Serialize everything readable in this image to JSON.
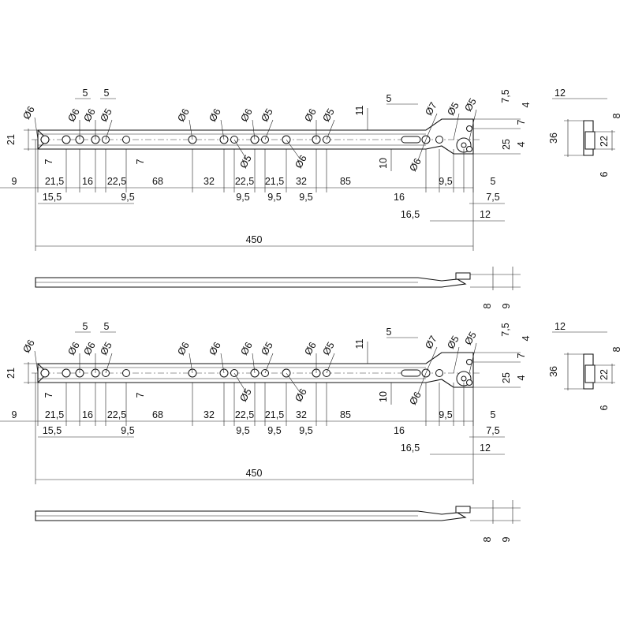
{
  "colors": {
    "background": "#ffffff",
    "line": "#111111"
  },
  "views": [
    {
      "top": {
        "d6_1": "Ø6",
        "d6_2": "Ø6",
        "d6_3": "Ø6",
        "d5_1": "Ø5",
        "d6_4": "Ø6",
        "d6_5": "Ø6",
        "d6_6": "Ø6",
        "d5_2": "Ø5",
        "d6_7": "Ø6",
        "d5_3": "Ø5",
        "d7": "Ø7",
        "d5_4": "Ø5",
        "d5_5": "Ø5",
        "d5_below": "Ø5",
        "d6_below_1": "Ø6",
        "d6_below_2": "Ø6",
        "five_a": "5",
        "five_b": "5",
        "five_c": "5",
        "eleven": "11",
        "ten": "10",
        "seven_l": "7",
        "seven_r": "7",
        "seven_5": "7,5",
        "four_t": "4",
        "seven_side": "7",
        "twentyfive": "25",
        "four_b": "4",
        "h21": "21"
      },
      "row1": [
        "9",
        "21,5",
        "16",
        "22,5",
        "68",
        "32",
        "22,5",
        "21,5",
        "32",
        "85",
        "9,5",
        "5"
      ],
      "row2": [
        "15,5",
        "9,5",
        "9,5",
        "9,5",
        "9,5",
        "16",
        "7,5"
      ],
      "row3": [
        "16,5",
        "12"
      ],
      "total": "450",
      "side": {
        "h8": "8",
        "h9": "9"
      },
      "profile": {
        "w12": "12",
        "h36": "36",
        "h22": "22",
        "h8": "8",
        "h6": "6"
      }
    },
    {
      "top": {
        "d6_1": "Ø6",
        "d6_2": "Ø6",
        "d6_3": "Ø6",
        "d5_1": "Ø5",
        "d6_4": "Ø6",
        "d6_5": "Ø6",
        "d6_6": "Ø6",
        "d5_2": "Ø5",
        "d6_7": "Ø6",
        "d5_3": "Ø5",
        "d7": "Ø7",
        "d5_4": "Ø5",
        "d5_5": "Ø5",
        "d5_below": "Ø5",
        "d6_below_1": "Ø6",
        "d6_below_2": "Ø6",
        "five_a": "5",
        "five_b": "5",
        "five_c": "5",
        "eleven": "11",
        "ten": "10",
        "seven_l": "7",
        "seven_r": "7",
        "seven_5": "7,5",
        "four_t": "4",
        "seven_side": "7",
        "twentyfive": "25",
        "four_b": "4",
        "h21": "21"
      },
      "row1": [
        "9",
        "21,5",
        "16",
        "22,5",
        "68",
        "32",
        "22,5",
        "21,5",
        "32",
        "85",
        "9,5",
        "5"
      ],
      "row2": [
        "15,5",
        "9,5",
        "9,5",
        "9,5",
        "9,5",
        "16",
        "7,5"
      ],
      "row3": [
        "16,5",
        "12"
      ],
      "total": "450",
      "side": {
        "h8": "8",
        "h9": "9"
      },
      "profile": {
        "w12": "12",
        "h36": "36",
        "h22": "22",
        "h8": "8",
        "h6": "6"
      }
    }
  ]
}
